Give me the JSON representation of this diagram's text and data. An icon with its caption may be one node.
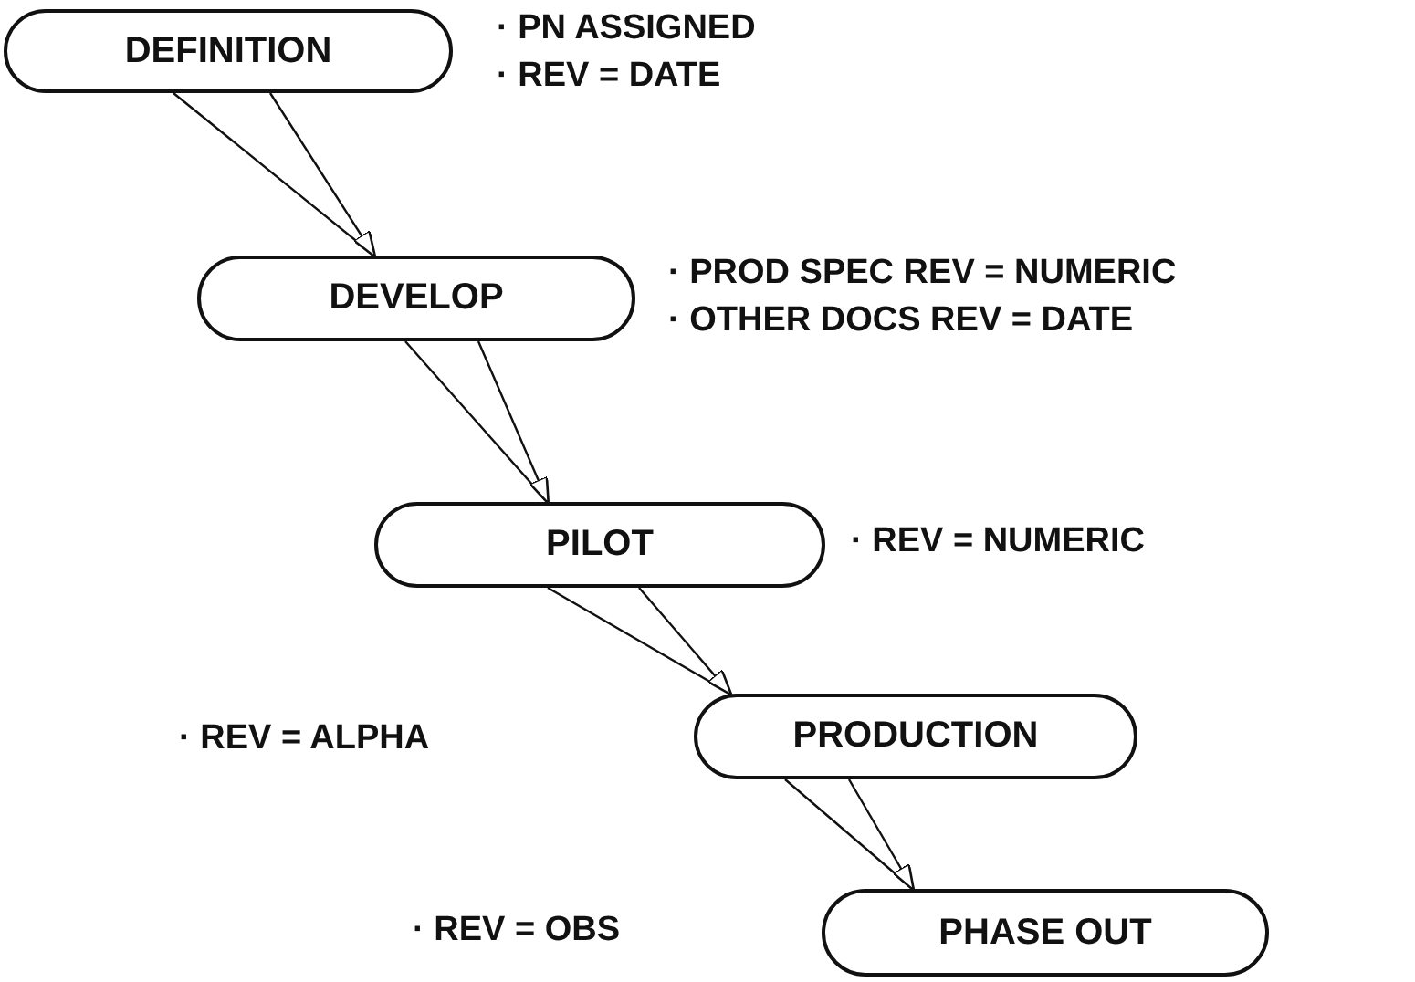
{
  "diagram": {
    "nodes": [
      {
        "text": [
          "DEFINITION"
        ],
        "beside": [
          "· PN ASSIGNED",
          "· REV = DATE"
        ]
      },
      {
        "text": [
          "DEVELOP"
        ],
        "beside": [
          "· PROD SPEC REV = NUMERIC",
          "· OTHER DOCS REV = DATE"
        ]
      },
      {
        "text": [
          "PILOT"
        ],
        "beside": [
          "· REV = NUMERIC"
        ]
      },
      {
        "text": [
          "PRODUCTION"
        ]
      },
      {
        "text": [
          "PHASE OUT"
        ]
      }
    ],
    "edges": [
      {
        "from": 0,
        "to": 1,
        "arrow": "to"
      },
      {
        "from": 1,
        "to": 2,
        "arrow": "to"
      },
      {
        "from": 2,
        "to": 3,
        "arrow": "to"
      },
      {
        "from": 3,
        "to": 4,
        "arrow": "to"
      }
    ],
    "labels": [
      "· REV = ALPHA",
      "· REV = OBS"
    ]
  }
}
